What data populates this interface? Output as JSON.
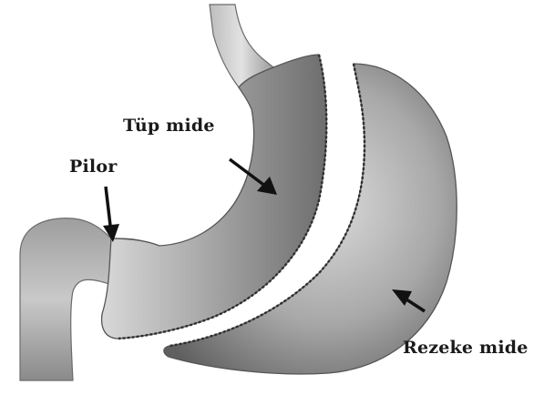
{
  "labels": {
    "pylorus": "Pilor",
    "tube_stomach": "Tüp mide",
    "resected_stomach": "Rezeke mide"
  }
}
